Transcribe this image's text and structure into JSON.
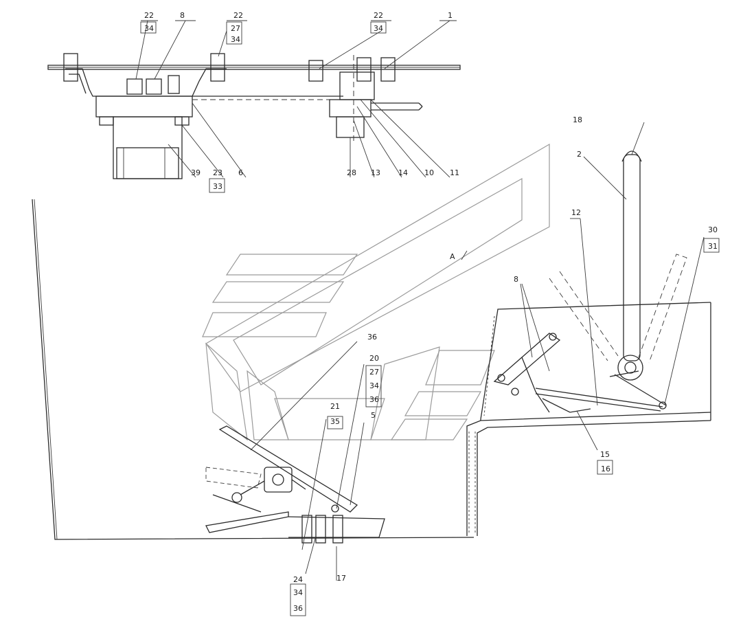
{
  "view_label": "A",
  "labels": {
    "l1": "1",
    "l2": "2",
    "l5": "5",
    "l6": "6",
    "l8a": "8",
    "l8b": "8",
    "l10": "10",
    "l11": "11",
    "l12": "12",
    "l13": "13",
    "l14": "14",
    "l15": "15",
    "l16": "16",
    "l17": "17",
    "l18": "18",
    "l20": "20",
    "l21": "21",
    "l22a": "22",
    "l22b": "22",
    "l22c": "22",
    "l23": "23",
    "l24": "24",
    "l27a": "27",
    "l27b": "27",
    "l28": "28",
    "l30": "30",
    "l31": "31",
    "l33": "33",
    "l34a": "34",
    "l34b": "34",
    "l34c": "34",
    "l34d": "34",
    "l34e": "34",
    "l35": "35",
    "l36a": "36",
    "l36b": "36",
    "l36c": "36",
    "l39": "39"
  }
}
